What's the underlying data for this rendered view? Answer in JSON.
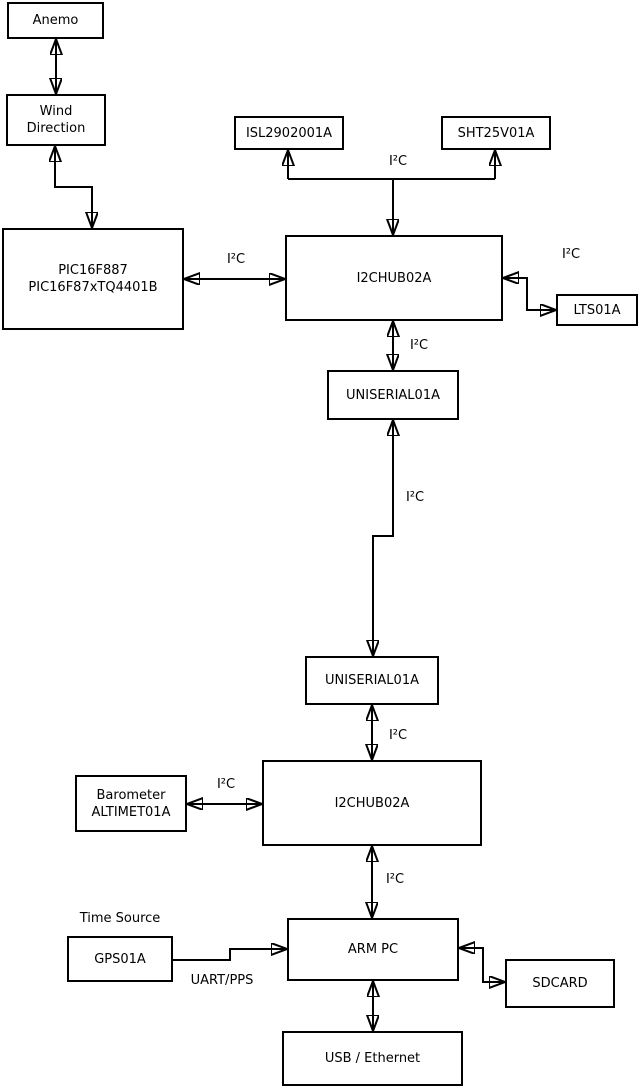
{
  "diagram": {
    "nodes": {
      "anemo": {
        "label": "Anemo"
      },
      "wind_direction": {
        "lines": [
          "Wind",
          "Direction"
        ]
      },
      "pic": {
        "lines": [
          "PIC16F887",
          "PIC16F87xTQ4401B"
        ]
      },
      "isl": {
        "label": "ISL2902001A"
      },
      "sht": {
        "label": "SHT25V01A"
      },
      "i2chub_upper": {
        "label": "I2CHUB02A"
      },
      "lts": {
        "label": "LTS01A"
      },
      "uniserial_upper": {
        "label": "UNISERIAL01A"
      },
      "uniserial_lower": {
        "label": "UNISERIAL01A"
      },
      "i2chub_lower": {
        "label": "I2CHUB02A"
      },
      "barometer": {
        "lines": [
          "Barometer",
          "ALTIMET01A"
        ]
      },
      "gps": {
        "label": "GPS01A"
      },
      "arm_pc": {
        "label": "ARM PC"
      },
      "sdcard": {
        "label": "SDCARD"
      },
      "usb_ethernet": {
        "label": "USB / Ethernet"
      }
    },
    "edge_labels": {
      "i2c_pic_hub": "I²C",
      "i2c_hub_sensors": "I²C",
      "i2c_hub_lts": "I²C",
      "i2c_hub_uniserial": "I²C",
      "i2c_uniserial_link": "I²C",
      "i2c_uniserial_hub": "I²C",
      "i2c_baro_hub": "I²C",
      "i2c_hub_arm": "I²C",
      "time_source": "Time Source",
      "uart_pps": "UART/PPS"
    },
    "colors": {
      "line": "#000000",
      "background": "#ffffff",
      "box_fill": "#ffffff"
    }
  }
}
